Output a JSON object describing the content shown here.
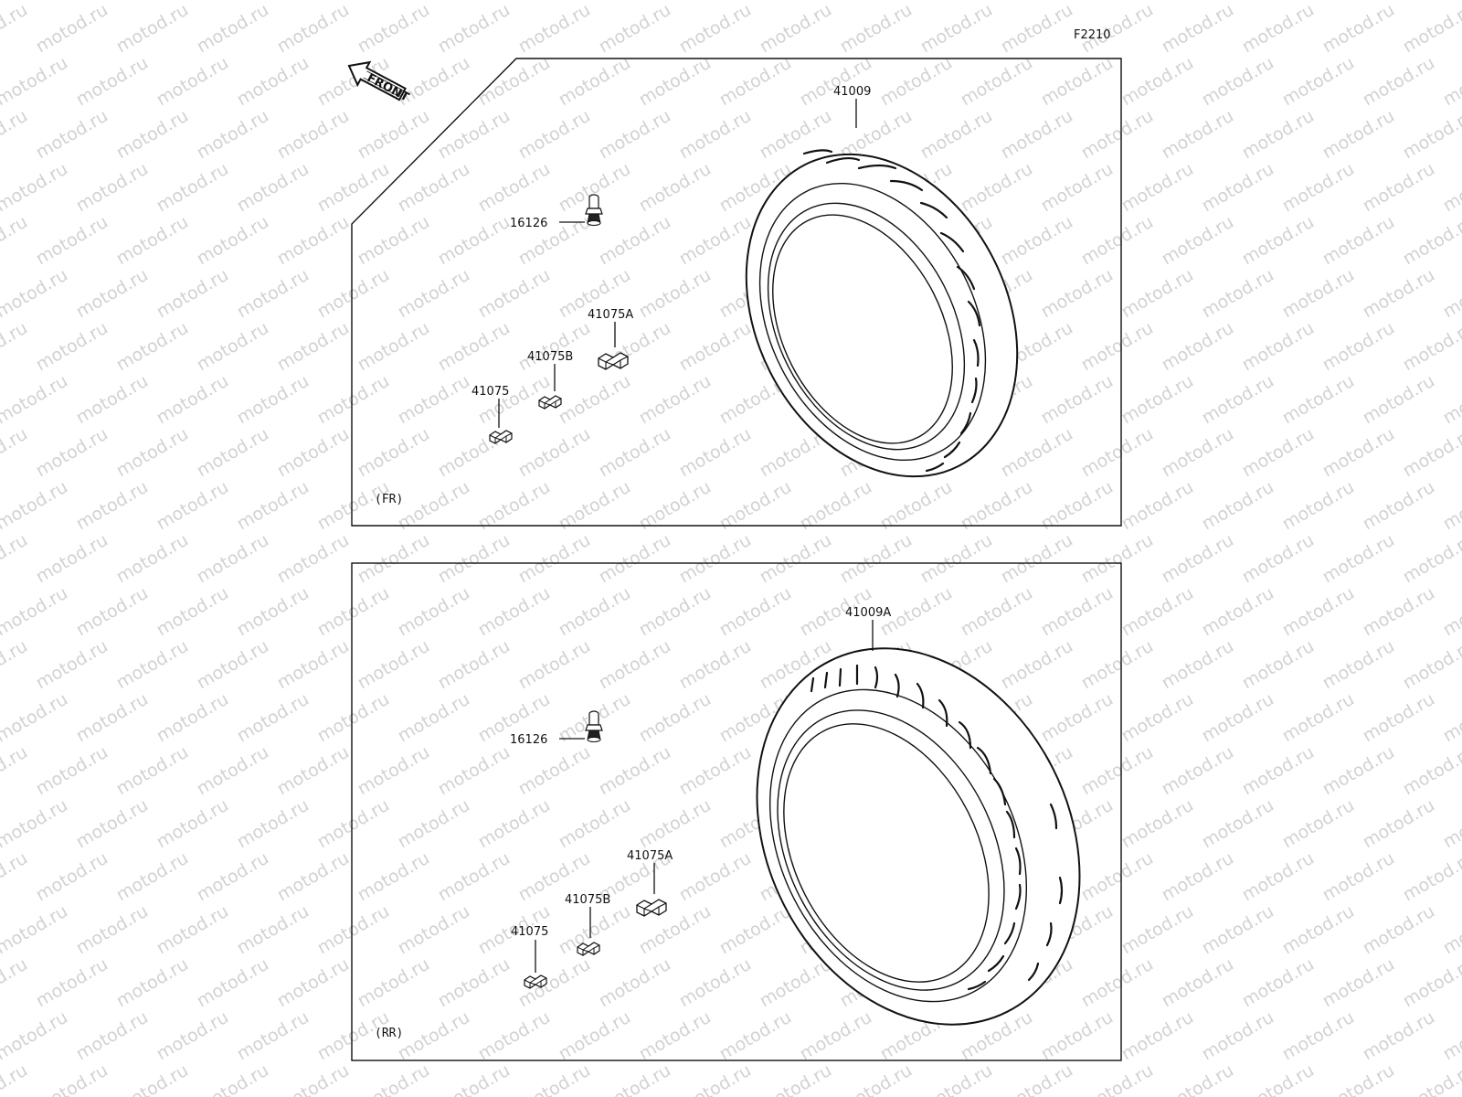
{
  "diagram_code": "F2210",
  "watermark": "motod.ru",
  "front_arrow": {
    "label": "FRONT",
    "icon": "front-direction-arrow-icon"
  },
  "panels": {
    "front": {
      "section_label": "(FR)",
      "parts": {
        "tire": "41009",
        "valve": "16126",
        "weight_a": "41075A",
        "weight_b": "41075B",
        "weight": "41075"
      }
    },
    "rear": {
      "section_label": "(RR)",
      "parts": {
        "tire": "41009A",
        "valve": "16126",
        "weight_a": "41075A",
        "weight_b": "41075B",
        "weight": "41075"
      }
    }
  },
  "colors": {
    "line": "#111111",
    "watermark": "#d2d2d2",
    "background": "#ffffff"
  }
}
